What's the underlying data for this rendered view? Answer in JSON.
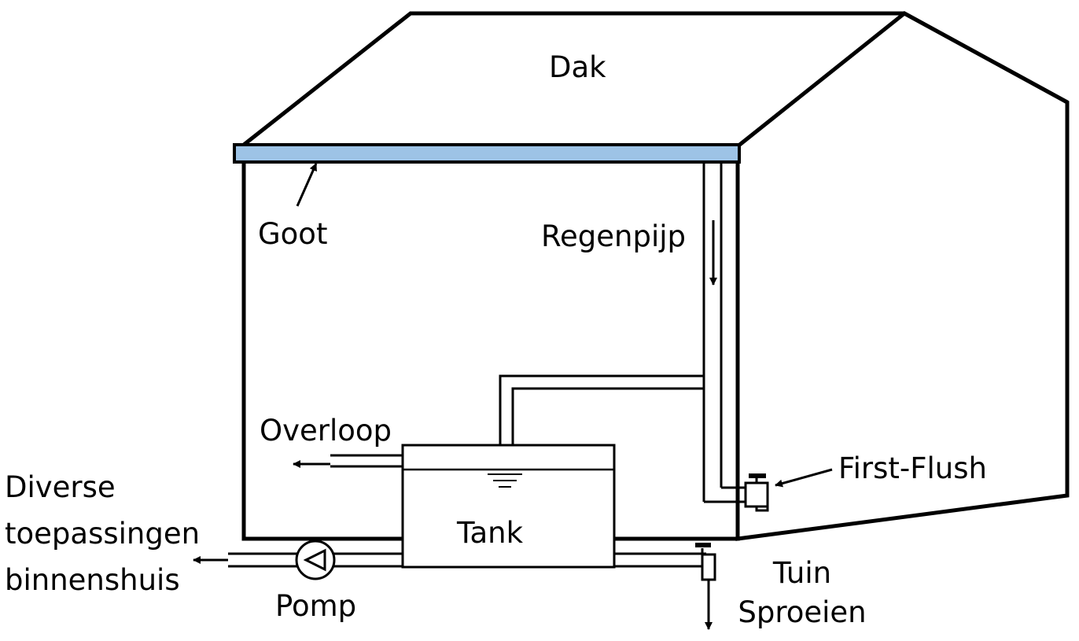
{
  "labels": {
    "roof": "Dak",
    "gutter": "Goot",
    "downpipe": "Regenpijp",
    "overflow": "Overloop",
    "tank": "Tank",
    "first_flush": "First-Flush",
    "pump": "Pomp",
    "indoor_uses": [
      "Diverse",
      "toepassingen",
      "binnenshuis"
    ],
    "garden": [
      "Tuin",
      "Sproeien"
    ]
  },
  "colors": {
    "gutter_fill": "#9DC3E6",
    "line": "#000000",
    "background": "#ffffff"
  }
}
